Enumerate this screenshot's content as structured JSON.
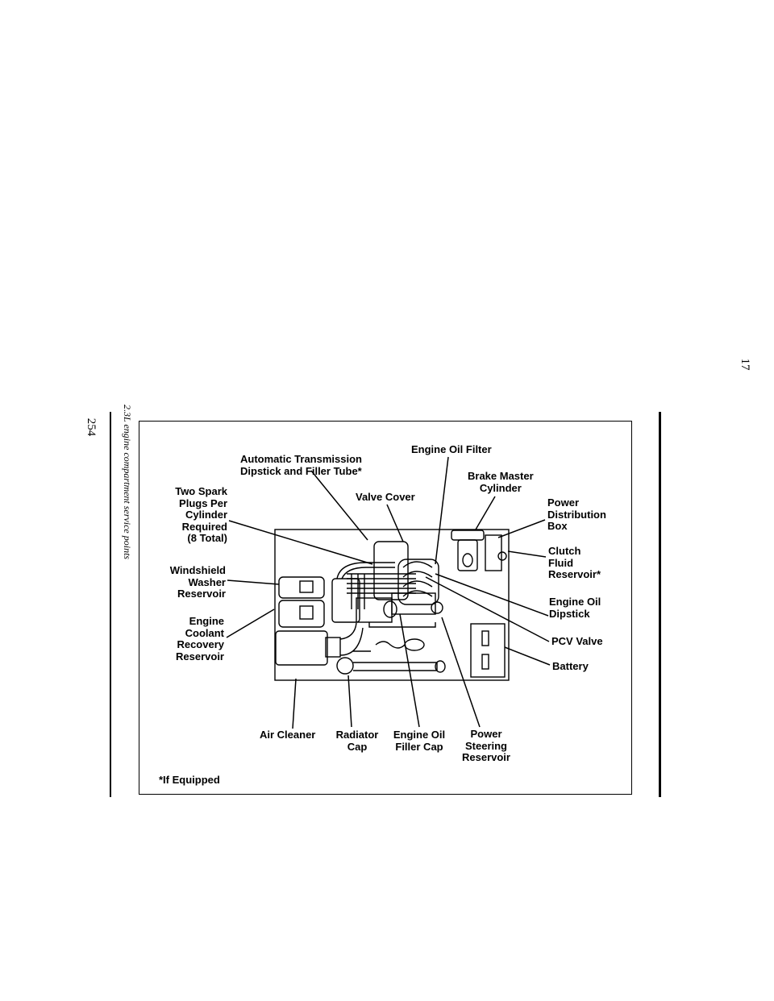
{
  "page": {
    "page_number": "254",
    "side_number": "17",
    "caption": "2.3L engine compartment service points"
  },
  "labels": {
    "auto_trans": "Automatic Transmission\nDipstick and Filler Tube*",
    "engine_oil_filter": "Engine Oil Filter",
    "brake_master": "Brake Master\nCylinder",
    "valve_cover": "Valve Cover",
    "two_spark": "Two Spark\nPlugs Per\nCylinder\nRequired\n(8 Total)",
    "power_dist": "Power\nDistribution\nBox",
    "clutch_fluid": "Clutch\nFluid\nReservoir*",
    "washer": "Windshield\nWasher\nReservoir",
    "engine_oil_dipstick": "Engine Oil\nDipstick",
    "coolant": "Engine\nCoolant\nRecovery\nReservoir",
    "pcv": "PCV Valve",
    "battery": "Battery",
    "air_cleaner": "Air Cleaner",
    "radiator_cap": "Radiator\nCap",
    "oil_filler_cap": "Engine Oil\nFiller Cap",
    "power_steering": "Power\nSteering\nReservoir",
    "if_equipped": "*If Equipped"
  }
}
